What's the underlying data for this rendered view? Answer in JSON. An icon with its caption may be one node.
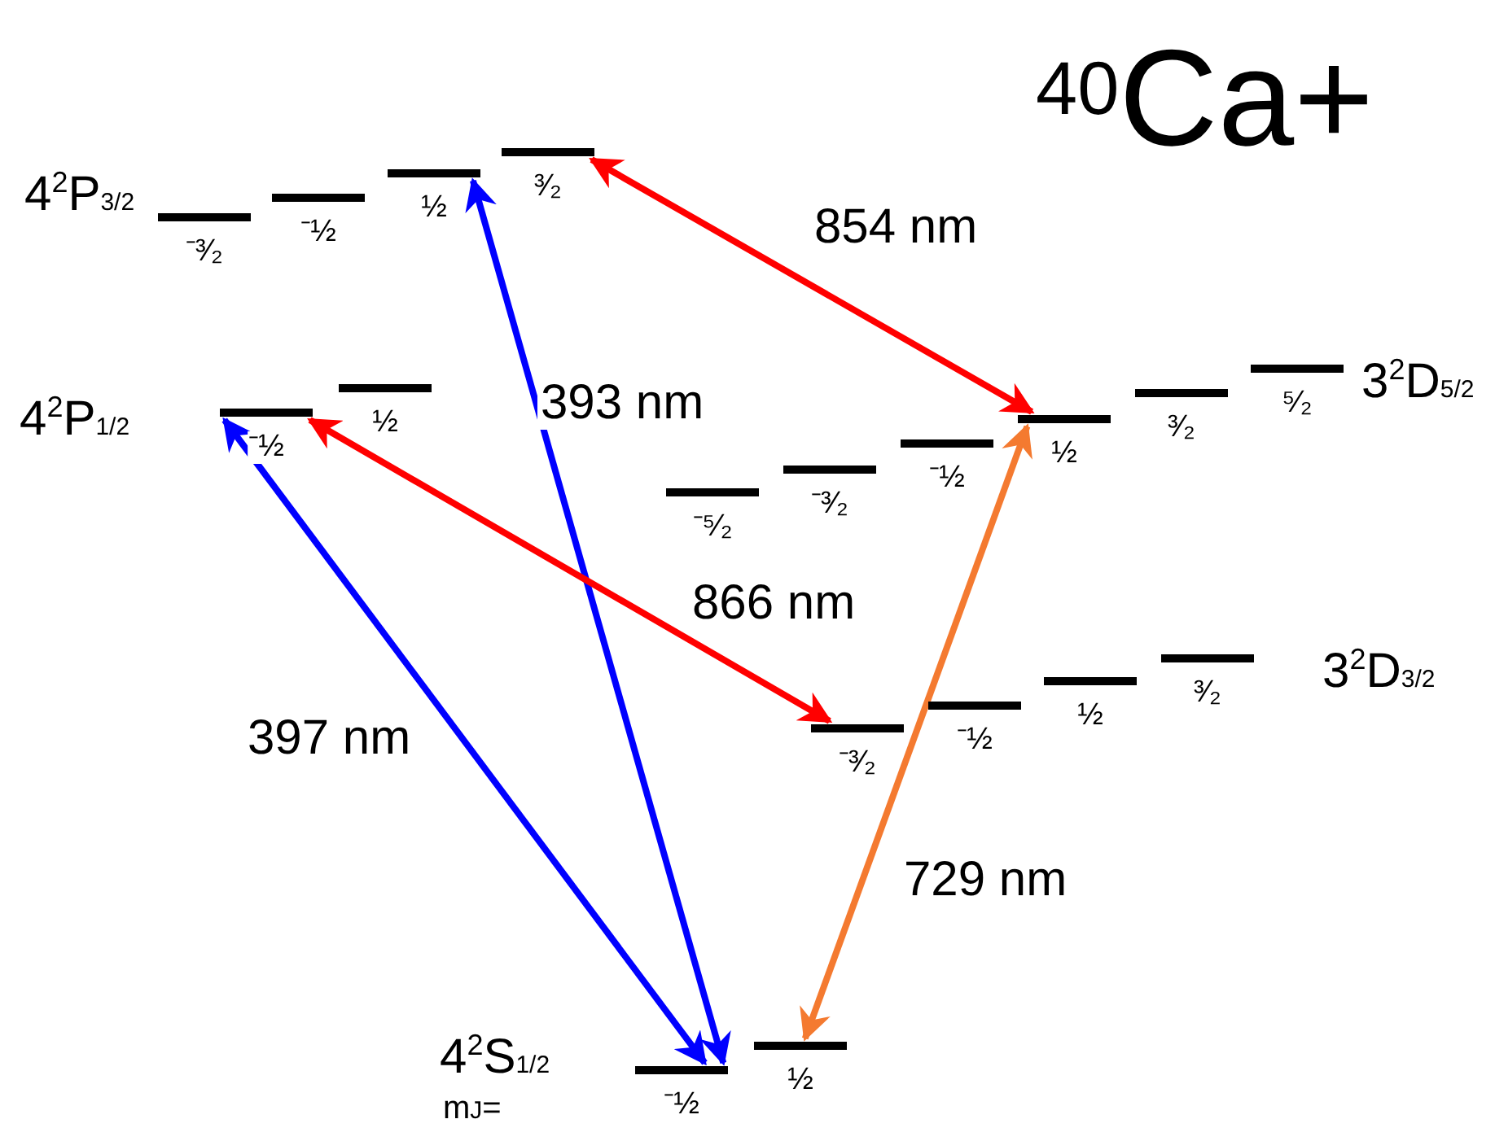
{
  "diagram": {
    "title": "$^{40}$Ca+",
    "nodes": [
      {
        "text": [],
        "shape": "bar",
        "beside": [
          "⁻³⁄₂"
        ]
      },
      {
        "text": [],
        "shape": "bar",
        "beside": [
          "⁻½"
        ]
      },
      {
        "text": [],
        "shape": "bar",
        "beside": [
          "½"
        ]
      },
      {
        "text": [],
        "shape": "bar",
        "beside": [
          "³⁄₂"
        ]
      },
      {
        "text": [],
        "shape": "bar",
        "beside": [
          "⁻½"
        ]
      },
      {
        "text": [],
        "shape": "bar",
        "beside": [
          "½"
        ]
      },
      {
        "text": [],
        "shape": "bar",
        "beside": [
          "⁻⁵⁄₂"
        ]
      },
      {
        "text": [],
        "shape": "bar",
        "beside": [
          "⁻³⁄₂"
        ]
      },
      {
        "text": [],
        "shape": "bar",
        "beside": [
          "⁻½"
        ]
      },
      {
        "text": [],
        "shape": "bar",
        "beside": [
          "½"
        ]
      },
      {
        "text": [],
        "shape": "bar",
        "beside": [
          "³⁄₂"
        ]
      },
      {
        "text": [],
        "shape": "bar",
        "beside": [
          "⁵⁄₂"
        ]
      },
      {
        "text": [],
        "shape": "bar",
        "beside": [
          "⁻³⁄₂"
        ]
      },
      {
        "text": [],
        "shape": "bar",
        "beside": [
          "⁻½"
        ]
      },
      {
        "text": [],
        "shape": "bar",
        "beside": [
          "½"
        ]
      },
      {
        "text": [],
        "shape": "bar",
        "beside": [
          "³⁄₂"
        ]
      },
      {
        "text": [],
        "shape": "bar",
        "beside": [
          "⁻½"
        ]
      },
      {
        "text": [],
        "shape": "bar",
        "beside": [
          "½"
        ]
      }
    ],
    "edges": [
      {
        "from": 3,
        "to": 9,
        "arrow": "both",
        "label": "854 nm",
        "color": "#ff0000"
      },
      {
        "from": 2,
        "to": 16,
        "arrow": "both",
        "label": "393 nm",
        "color": "#0000ff"
      },
      {
        "from": 4,
        "to": 12,
        "arrow": "both",
        "label": "866 nm",
        "color": "#ff0000"
      },
      {
        "from": 4,
        "to": 16,
        "arrow": "both",
        "label": "397 nm",
        "color": "#0000ff"
      },
      {
        "from": 9,
        "to": 17,
        "arrow": "both",
        "label": "729 nm",
        "color": "#f47a30"
      }
    ],
    "labels": [
      "4$^{2}$P$_{3/2}$",
      "4$^{2}$P$_{1/2}$",
      "3$^{2}$D$_{5/2}$",
      "3$^{2}$D$_{3/2}$",
      "4$^{2}$S$_{1/2}$",
      "m$_{J}$="
    ]
  }
}
